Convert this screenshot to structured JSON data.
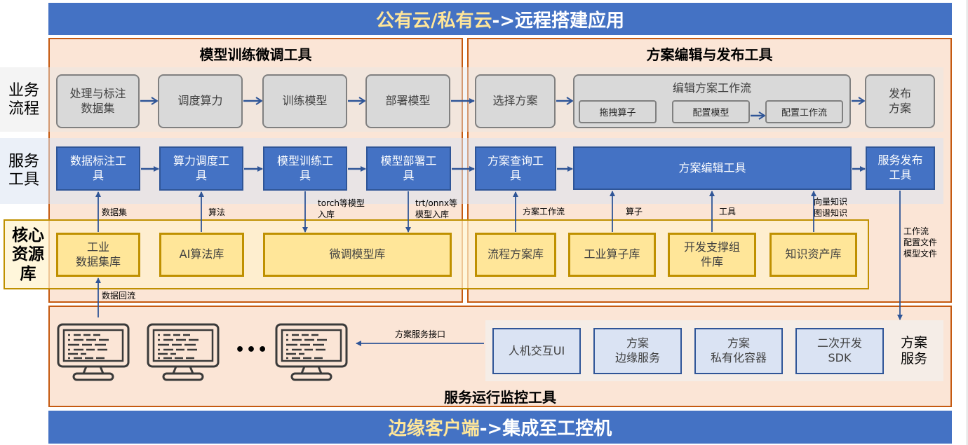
{
  "top_banner": {
    "highlight": "公有云/私有云",
    "rest": "->远程搭建应用"
  },
  "bottom_banner": {
    "highlight": "边缘客户端",
    "rest": "->集成至工控机"
  },
  "panels": {
    "training": {
      "title": "模型训练微调工具"
    },
    "scheme": {
      "title": "方案编辑与发布工具"
    },
    "runtime": {
      "title": "服务运行监控工具"
    }
  },
  "row_labels": {
    "business": "业务\n流程",
    "service": "服务\n工具",
    "resources": "核心\n资源\n库"
  },
  "business_flow": {
    "steps": [
      "处理与标注\n数据集",
      "调度算力",
      "训练模型",
      "部署模型",
      "选择方案"
    ],
    "edit_group": {
      "title": "编辑方案工作流",
      "substeps": [
        "拖拽算子",
        "配置模型",
        "配置工作流"
      ]
    },
    "publish": "发布\n方案"
  },
  "service_tools": [
    "数据标注工\n具",
    "算力调度工\n具",
    "模型训练工\n具",
    "模型部署工\n具",
    "方案查询工\n具",
    "方案编辑工具",
    "服务发布\n工具"
  ],
  "resources": [
    "工业\n数据集库",
    "AI算法库",
    "微调模型库",
    "流程方案库",
    "工业算子库",
    "开发支撑组\n件库",
    "知识资产库"
  ],
  "edge_labels": {
    "dataset": "数据集",
    "algorithm": "算法",
    "torch": "torch等模型\n入库",
    "trt": "trt/onnx等\n模型入库",
    "workflow": "方案工作流",
    "operator": "算子",
    "tool": "工具",
    "knowledge": "向量知识\n图谱知识",
    "publish_files": "工作流\n配置文件\n模型文件",
    "data_return": "数据回流",
    "service_interface": "方案服务接口"
  },
  "scheme_services": {
    "items": [
      "人机交互UI",
      "方案\n边缘服务",
      "方案\n私有化容器",
      "二次开发\nSDK"
    ],
    "label": "方案\n服务"
  },
  "clients": {
    "ellipsis": "•••",
    "icon": "monitor-code-icon",
    "count_shown": 3
  },
  "colors": {
    "banner": "#4472c4",
    "highlight": "#ffe699",
    "panel_border": "#c55a11",
    "panel_fill": "#fbe5d6",
    "tool_blue": "#4472c4",
    "resource_yellow": "#ffe699",
    "arrow": "#2f5597"
  }
}
